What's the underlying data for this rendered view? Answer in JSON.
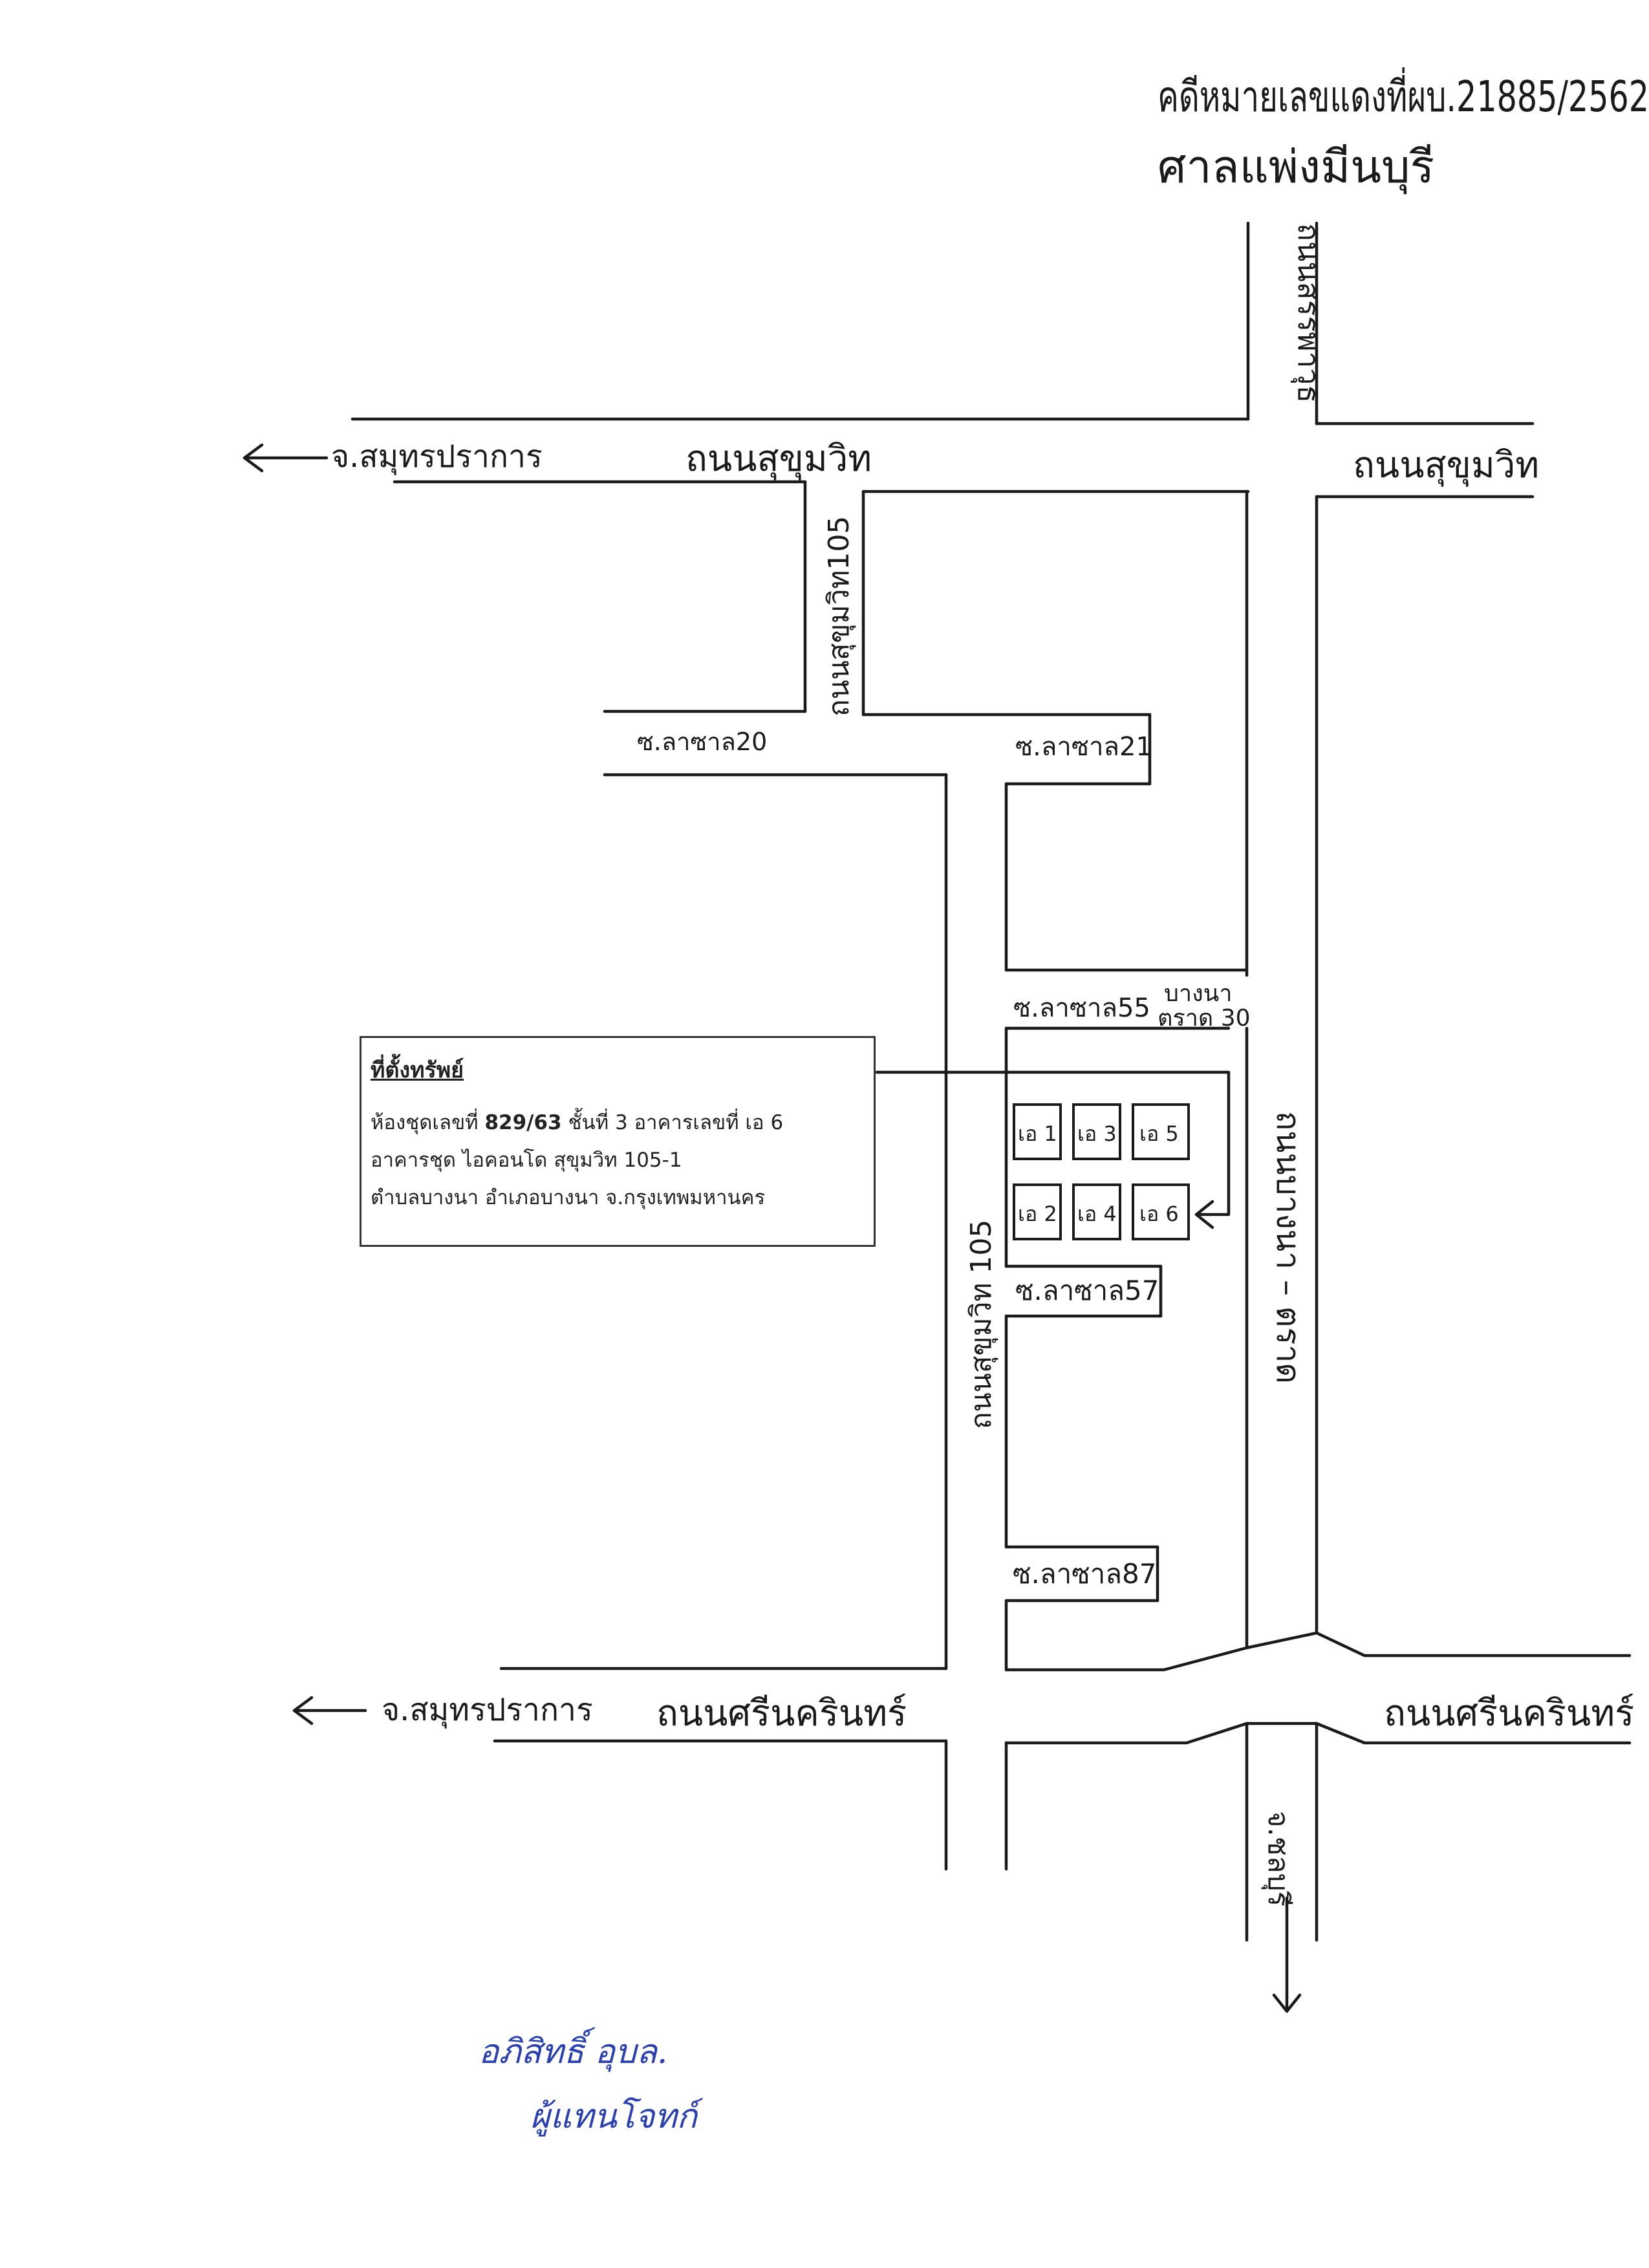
{
  "header": {
    "case_number": "คดีหมายเลขแดงที่ผบ.21885/2562",
    "court": "ศาลแพ่งมีนบุรี"
  },
  "roads": {
    "sukhumvit_left": "ถนนสุขุมวิท",
    "sukhumvit_right": "ถนนสุขุมวิท",
    "sanphawut": "ถนนสรรพาวุธ",
    "sukhumvit105_top": "ถนนสุขุมวิท105",
    "sukhumvit105_mid": "ถนนสุขุมวิท 105",
    "bangna_trat": "ถนนบางนา – ตราด",
    "srinakarin_left": "ถนนศรีนครินทร์",
    "srinakarin_right": "ถนนศรีนครินทร์"
  },
  "sois": {
    "lasalle20": "ซ.ลาซาล20",
    "lasalle21": "ซ.ลาซาล21",
    "lasalle55": "ซ.ลาซาล55",
    "bangna_trat30_a": "บางนา",
    "bangna_trat30_b": "ตราด 30",
    "lasalle57": "ซ.ลาซาล57",
    "lasalle87": "ซ.ลาซาล87"
  },
  "directions": {
    "samut_prakan_top": "จ.สมุทรปราการ",
    "samut_prakan_bottom": "จ.สมุทรปราการ",
    "chonburi": "จ.ชลบุรี"
  },
  "buildings": [
    "เอ 1",
    "เอ 3",
    "เอ 5",
    "เอ 2",
    "เอ 4",
    "เอ 6"
  ],
  "property": {
    "title": "ที่ตั้งทรัพย์",
    "line1_a": "ห้องชุดเลขที่ ",
    "line1_unit": "829/63",
    "line1_b": "  ชั้นที่ 3 อาคารเลขที่ เอ 6",
    "line2": "อาคารชุด ไอคอนโด สุขุมวิท 105-1",
    "line3": "ตำบลบางนา อำเภอบางนา จ.กรุงเทพมหานคร"
  },
  "signature": {
    "name": "อภิสิทธิ์ อุบล.",
    "role": "ผู้แทนโจทก์"
  },
  "colors": {
    "ink": "#1a1a1a",
    "signature_ink": "#2a3fb0"
  }
}
